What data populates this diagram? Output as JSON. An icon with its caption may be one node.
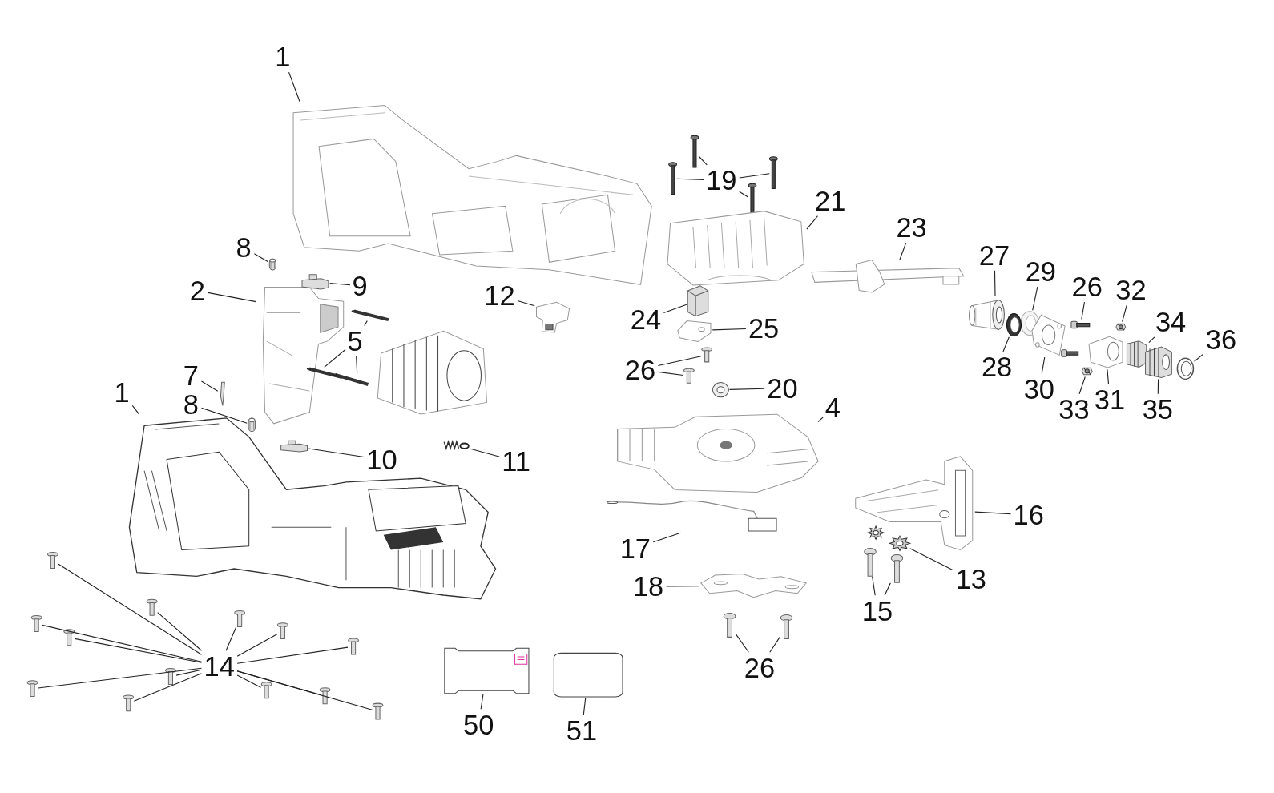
{
  "diagram": {
    "nodes": [
      {
        "text": [
          "1"
        ]
      },
      {
        "text": [],
        "shape": "picture"
      },
      {
        "text": [
          "8"
        ]
      },
      {
        "text": [],
        "shape": "picture"
      },
      {
        "text": [
          "2"
        ]
      },
      {
        "text": [],
        "shape": "picture"
      },
      {
        "text": [
          "9"
        ]
      },
      {
        "text": [],
        "shape": "picture"
      },
      {
        "text": [
          "12"
        ]
      },
      {
        "text": [],
        "shape": "picture"
      },
      {
        "text": [
          "5"
        ]
      },
      {
        "text": [],
        "shape": "picture"
      },
      {
        "text": [],
        "shape": "picture"
      },
      {
        "text": [],
        "shape": "picture"
      },
      {
        "text": [
          "7"
        ]
      },
      {
        "text": [],
        "shape": "picture"
      },
      {
        "text": [
          "1"
        ]
      },
      {
        "text": [],
        "shape": "picture"
      },
      {
        "text": [
          "8"
        ]
      },
      {
        "text": [],
        "shape": "picture"
      },
      {
        "text": [
          "10"
        ]
      },
      {
        "text": [],
        "shape": "picture"
      },
      {
        "text": [
          "11"
        ]
      },
      {
        "text": [],
        "shape": "picture"
      },
      {
        "text": [
          "14"
        ]
      },
      {
        "text": [],
        "shape": "picture"
      },
      {
        "text": [],
        "shape": "picture"
      },
      {
        "text": [],
        "shape": "picture"
      },
      {
        "text": [],
        "shape": "picture"
      },
      {
        "text": [],
        "shape": "picture"
      },
      {
        "text": [],
        "shape": "picture"
      },
      {
        "text": [],
        "shape": "picture"
      },
      {
        "text": [],
        "shape": "picture"
      },
      {
        "text": [],
        "shape": "picture"
      },
      {
        "text": [],
        "shape": "picture"
      },
      {
        "text": [],
        "shape": "picture"
      },
      {
        "text": [],
        "shape": "picture"
      },
      {
        "text": [],
        "shape": "picture"
      },
      {
        "text": [
          "19"
        ]
      },
      {
        "text": [],
        "shape": "picture"
      },
      {
        "text": [],
        "shape": "picture"
      },
      {
        "text": [],
        "shape": "picture"
      },
      {
        "text": [],
        "shape": "picture"
      },
      {
        "text": [
          "21"
        ]
      },
      {
        "text": [],
        "shape": "picture"
      },
      {
        "text": [
          "23"
        ]
      },
      {
        "text": [],
        "shape": "picture"
      },
      {
        "text": [
          "24"
        ]
      },
      {
        "text": [],
        "shape": "picture"
      },
      {
        "text": [
          "25"
        ]
      },
      {
        "text": [],
        "shape": "picture"
      },
      {
        "text": [
          "26"
        ]
      },
      {
        "text": [],
        "shape": "picture"
      },
      {
        "text": [],
        "shape": "picture"
      },
      {
        "text": [
          "20"
        ]
      },
      {
        "text": [],
        "shape": "picture"
      },
      {
        "text": [
          "4"
        ]
      },
      {
        "text": [],
        "shape": "picture"
      },
      {
        "text": [
          "27"
        ]
      },
      {
        "text": [],
        "shape": "picture"
      },
      {
        "text": [
          "29"
        ]
      },
      {
        "text": [],
        "shape": "picture"
      },
      {
        "text": [
          "26"
        ]
      },
      {
        "text": [],
        "shape": "picture"
      },
      {
        "text": [
          "32"
        ]
      },
      {
        "text": [],
        "shape": "picture"
      },
      {
        "text": [
          "34"
        ]
      },
      {
        "text": [],
        "shape": "picture"
      },
      {
        "text": [
          "36"
        ]
      },
      {
        "text": [],
        "shape": "picture"
      },
      {
        "text": [
          "28"
        ]
      },
      {
        "text": [],
        "shape": "picture"
      },
      {
        "text": [
          "30"
        ]
      },
      {
        "text": [],
        "shape": "picture"
      },
      {
        "text": [
          "33"
        ]
      },
      {
        "text": [],
        "shape": "picture"
      },
      {
        "text": [
          "31"
        ]
      },
      {
        "text": [],
        "shape": "picture"
      },
      {
        "text": [
          "35"
        ]
      },
      {
        "text": [],
        "shape": "picture"
      },
      {
        "text": [
          "16"
        ]
      },
      {
        "text": [],
        "shape": "picture"
      },
      {
        "text": [
          "17"
        ]
      },
      {
        "text": [],
        "shape": "picture"
      },
      {
        "text": [
          "13"
        ]
      },
      {
        "text": [],
        "shape": "picture"
      },
      {
        "text": [
          "18"
        ]
      },
      {
        "text": [],
        "shape": "picture"
      },
      {
        "text": [
          "15"
        ]
      },
      {
        "text": [],
        "shape": "picture"
      },
      {
        "text": [],
        "shape": "picture"
      },
      {
        "text": [
          "26"
        ]
      },
      {
        "text": [],
        "shape": "picture"
      },
      {
        "text": [],
        "shape": "picture"
      },
      {
        "text": [
          "50"
        ]
      },
      {
        "text": [],
        "shape": "picture"
      },
      {
        "text": [
          "51"
        ]
      },
      {
        "text": [],
        "shape": "box"
      }
    ],
    "edges": [
      {
        "from": 0,
        "to": 1,
        "arrow": "none"
      },
      {
        "from": 2,
        "to": 3,
        "arrow": "none"
      },
      {
        "from": 4,
        "to": 5,
        "arrow": "none"
      },
      {
        "from": 6,
        "to": 7,
        "arrow": "none"
      },
      {
        "from": 8,
        "to": 9,
        "arrow": "none"
      },
      {
        "from": 10,
        "to": 11,
        "arrow": "none"
      },
      {
        "from": 10,
        "to": 12,
        "arrow": "none"
      },
      {
        "from": 10,
        "to": 13,
        "arrow": "none"
      },
      {
        "from": 14,
        "to": 15,
        "arrow": "none"
      },
      {
        "from": 16,
        "to": 17,
        "arrow": "none"
      },
      {
        "from": 18,
        "to": 19,
        "arrow": "none"
      },
      {
        "from": 20,
        "to": 21,
        "arrow": "none"
      },
      {
        "from": 22,
        "to": 23,
        "arrow": "none"
      },
      {
        "from": 24,
        "to": 25,
        "arrow": "none"
      },
      {
        "from": 24,
        "to": 26,
        "arrow": "none"
      },
      {
        "from": 24,
        "to": 27,
        "arrow": "none"
      },
      {
        "from": 24,
        "to": 28,
        "arrow": "none"
      },
      {
        "from": 24,
        "to": 29,
        "arrow": "none"
      },
      {
        "from": 24,
        "to": 30,
        "arrow": "none"
      },
      {
        "from": 24,
        "to": 31,
        "arrow": "none"
      },
      {
        "from": 24,
        "to": 32,
        "arrow": "none"
      },
      {
        "from": 24,
        "to": 33,
        "arrow": "none"
      },
      {
        "from": 24,
        "to": 34,
        "arrow": "none"
      },
      {
        "from": 24,
        "to": 35,
        "arrow": "none"
      },
      {
        "from": 24,
        "to": 36,
        "arrow": "none"
      },
      {
        "from": 24,
        "to": 37,
        "arrow": "none"
      },
      {
        "from": 38,
        "to": 39,
        "arrow": "none"
      },
      {
        "from": 38,
        "to": 40,
        "arrow": "none"
      },
      {
        "from": 38,
        "to": 41,
        "arrow": "none"
      },
      {
        "from": 38,
        "to": 42,
        "arrow": "none"
      },
      {
        "from": 43,
        "to": 44,
        "arrow": "none"
      },
      {
        "from": 45,
        "to": 46,
        "arrow": "none"
      },
      {
        "from": 47,
        "to": 48,
        "arrow": "none"
      },
      {
        "from": 49,
        "to": 50,
        "arrow": "none"
      },
      {
        "from": 51,
        "to": 52,
        "arrow": "none"
      },
      {
        "from": 51,
        "to": 53,
        "arrow": "none"
      },
      {
        "from": 54,
        "to": 55,
        "arrow": "none"
      },
      {
        "from": 56,
        "to": 57,
        "arrow": "none"
      },
      {
        "from": 58,
        "to": 59,
        "arrow": "none"
      },
      {
        "from": 60,
        "to": 61,
        "arrow": "none"
      },
      {
        "from": 62,
        "to": 63,
        "arrow": "none"
      },
      {
        "from": 64,
        "to": 65,
        "arrow": "none"
      },
      {
        "from": 66,
        "to": 67,
        "arrow": "none"
      },
      {
        "from": 68,
        "to": 69,
        "arrow": "none"
      },
      {
        "from": 70,
        "to": 71,
        "arrow": "none"
      },
      {
        "from": 72,
        "to": 73,
        "arrow": "none"
      },
      {
        "from": 74,
        "to": 75,
        "arrow": "none"
      },
      {
        "from": 76,
        "to": 77,
        "arrow": "none"
      },
      {
        "from": 78,
        "to": 79,
        "arrow": "none"
      },
      {
        "from": 80,
        "to": 81,
        "arrow": "none"
      },
      {
        "from": 82,
        "to": 83,
        "arrow": "none"
      },
      {
        "from": 84,
        "to": 85,
        "arrow": "none"
      },
      {
        "from": 86,
        "to": 87,
        "arrow": "none"
      },
      {
        "from": 88,
        "to": 89,
        "arrow": "none"
      },
      {
        "from": 88,
        "to": 90,
        "arrow": "none"
      },
      {
        "from": 91,
        "to": 92,
        "arrow": "none"
      },
      {
        "from": 91,
        "to": 93,
        "arrow": "none"
      },
      {
        "from": 94,
        "to": 95,
        "arrow": "none"
      },
      {
        "from": 96,
        "to": 97,
        "arrow": "none"
      }
    ]
  }
}
